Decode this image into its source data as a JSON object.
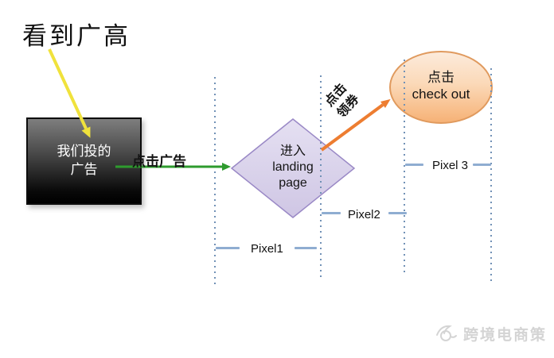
{
  "title": "看到广高",
  "colors": {
    "yellow_arrow": "#f0e23c",
    "green_arrow": "#2e9b2e",
    "orange_arrow": "#ed7d31",
    "diamond_fill_top": "#e5e0f2",
    "diamond_fill_bottom": "#cfc6e4",
    "diamond_border": "#9a89c6",
    "ellipse_fill_top": "#fcebdc",
    "ellipse_fill_bottom": "#f6b175",
    "ellipse_border": "#e09a5e",
    "box_gradient_top": "#7e7e7e",
    "box_gradient_bottom": "#000000",
    "dotted_line": "#7191b6",
    "pixel_line": "#8fadd1",
    "watermark": "#d4d4d4"
  },
  "nodes": {
    "ad_box": {
      "line1": "我们投的",
      "line2": "广告"
    },
    "landing_diamond": {
      "line1": "进入",
      "line2": "landing",
      "line3": "page"
    },
    "checkout_ellipse": {
      "line1": "点击",
      "line2": "check out"
    }
  },
  "edges": {
    "click_ad": "点击广告",
    "click_coupon": {
      "line1": "点击",
      "line2": "领券"
    }
  },
  "pixel_markers": {
    "pixel1": "Pixel1",
    "pixel2": "Pixel2",
    "pixel3": "Pixel 3"
  },
  "watermark": {
    "text": "跨境电商策",
    "logo": "swallow-bird-icon"
  }
}
